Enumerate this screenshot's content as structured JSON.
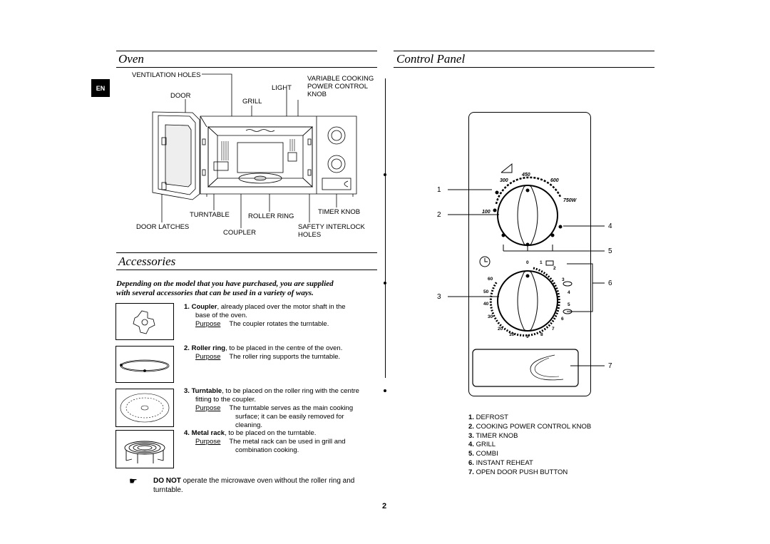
{
  "lang_tab": "EN",
  "oven": {
    "title": "Oven",
    "labels": {
      "ventilation_holes": "VENTILATION HOLES",
      "light": "LIGHT",
      "variable_cooking": "VARIABLE COOKING",
      "power_control": "POWER CONTROL",
      "knob": "KNOB",
      "door": "DOOR",
      "grill": "GRILL",
      "turntable": "TURNTABLE",
      "roller_ring": "ROLLER RING",
      "timer_knob": "TIMER KNOB",
      "door_latches": "DOOR LATCHES",
      "coupler": "COUPLER",
      "safety_interlock": "SAFETY INTERLOCK",
      "holes": "HOLES"
    }
  },
  "accessories": {
    "title": "Accessories",
    "intro_line1": "Depending on the model that you have purchased, you are supplied",
    "intro_line2": "with several accessories that can be used in a variety of ways.",
    "items": [
      {
        "num": "1.",
        "name": "Coupler",
        "text1": ", already placed over the motor shaft in the",
        "text2": "base of the oven.",
        "purpose_label": "Purpose",
        "purpose_lines": [
          "The coupler rotates the turntable."
        ]
      },
      {
        "num": "2.",
        "name": "Roller ring",
        "text1": ", to be placed in the centre of the oven.",
        "text2": "",
        "purpose_label": "Purpose",
        "purpose_lines": [
          "The roller ring supports the turntable."
        ]
      },
      {
        "num": "3.",
        "name": "Turntable",
        "text1": ", to be placed on the roller ring with the centre",
        "text2": "fitting to the coupler.",
        "purpose_label": "Purpose",
        "purpose_lines": [
          "The turntable serves as the main cooking",
          "surface; it can be easily removed for",
          "cleaning."
        ]
      },
      {
        "num": "4.",
        "name": "Metal rack",
        "text1": ", to be placed on the turntable.",
        "text2": "",
        "purpose_label": "Purpose",
        "purpose_lines": [
          "The metal rack can be used in grill and",
          "combination cooking."
        ]
      }
    ],
    "note_icon": "☛",
    "note_bold": "DO NOT",
    "note_text1": " operate the microwave oven without the roller ring and",
    "note_text2": "turntable."
  },
  "control_panel": {
    "title": "Control Panel",
    "power_ticks": [
      "450",
      "300",
      "600",
      "750W",
      "100"
    ],
    "timer_ticks": [
      "0",
      "1",
      "2",
      "3",
      "4",
      "5",
      "6",
      "7",
      "8",
      "9",
      "10",
      "20",
      "30",
      "40",
      "50",
      "60"
    ],
    "callouts": [
      "1",
      "2",
      "3",
      "4",
      "5",
      "6",
      "7"
    ],
    "legend": [
      {
        "num": "1.",
        "text": "DEFROST"
      },
      {
        "num": "2.",
        "text": "COOKING POWER CONTROL KNOB"
      },
      {
        "num": "3.",
        "text": "TIMER KNOB"
      },
      {
        "num": "4.",
        "text": "GRILL"
      },
      {
        "num": "5.",
        "text": "COMBI"
      },
      {
        "num": "6.",
        "text": "INSTANT REHEAT"
      },
      {
        "num": "7.",
        "text": "OPEN DOOR PUSH BUTTON"
      }
    ]
  },
  "page_number": "2"
}
